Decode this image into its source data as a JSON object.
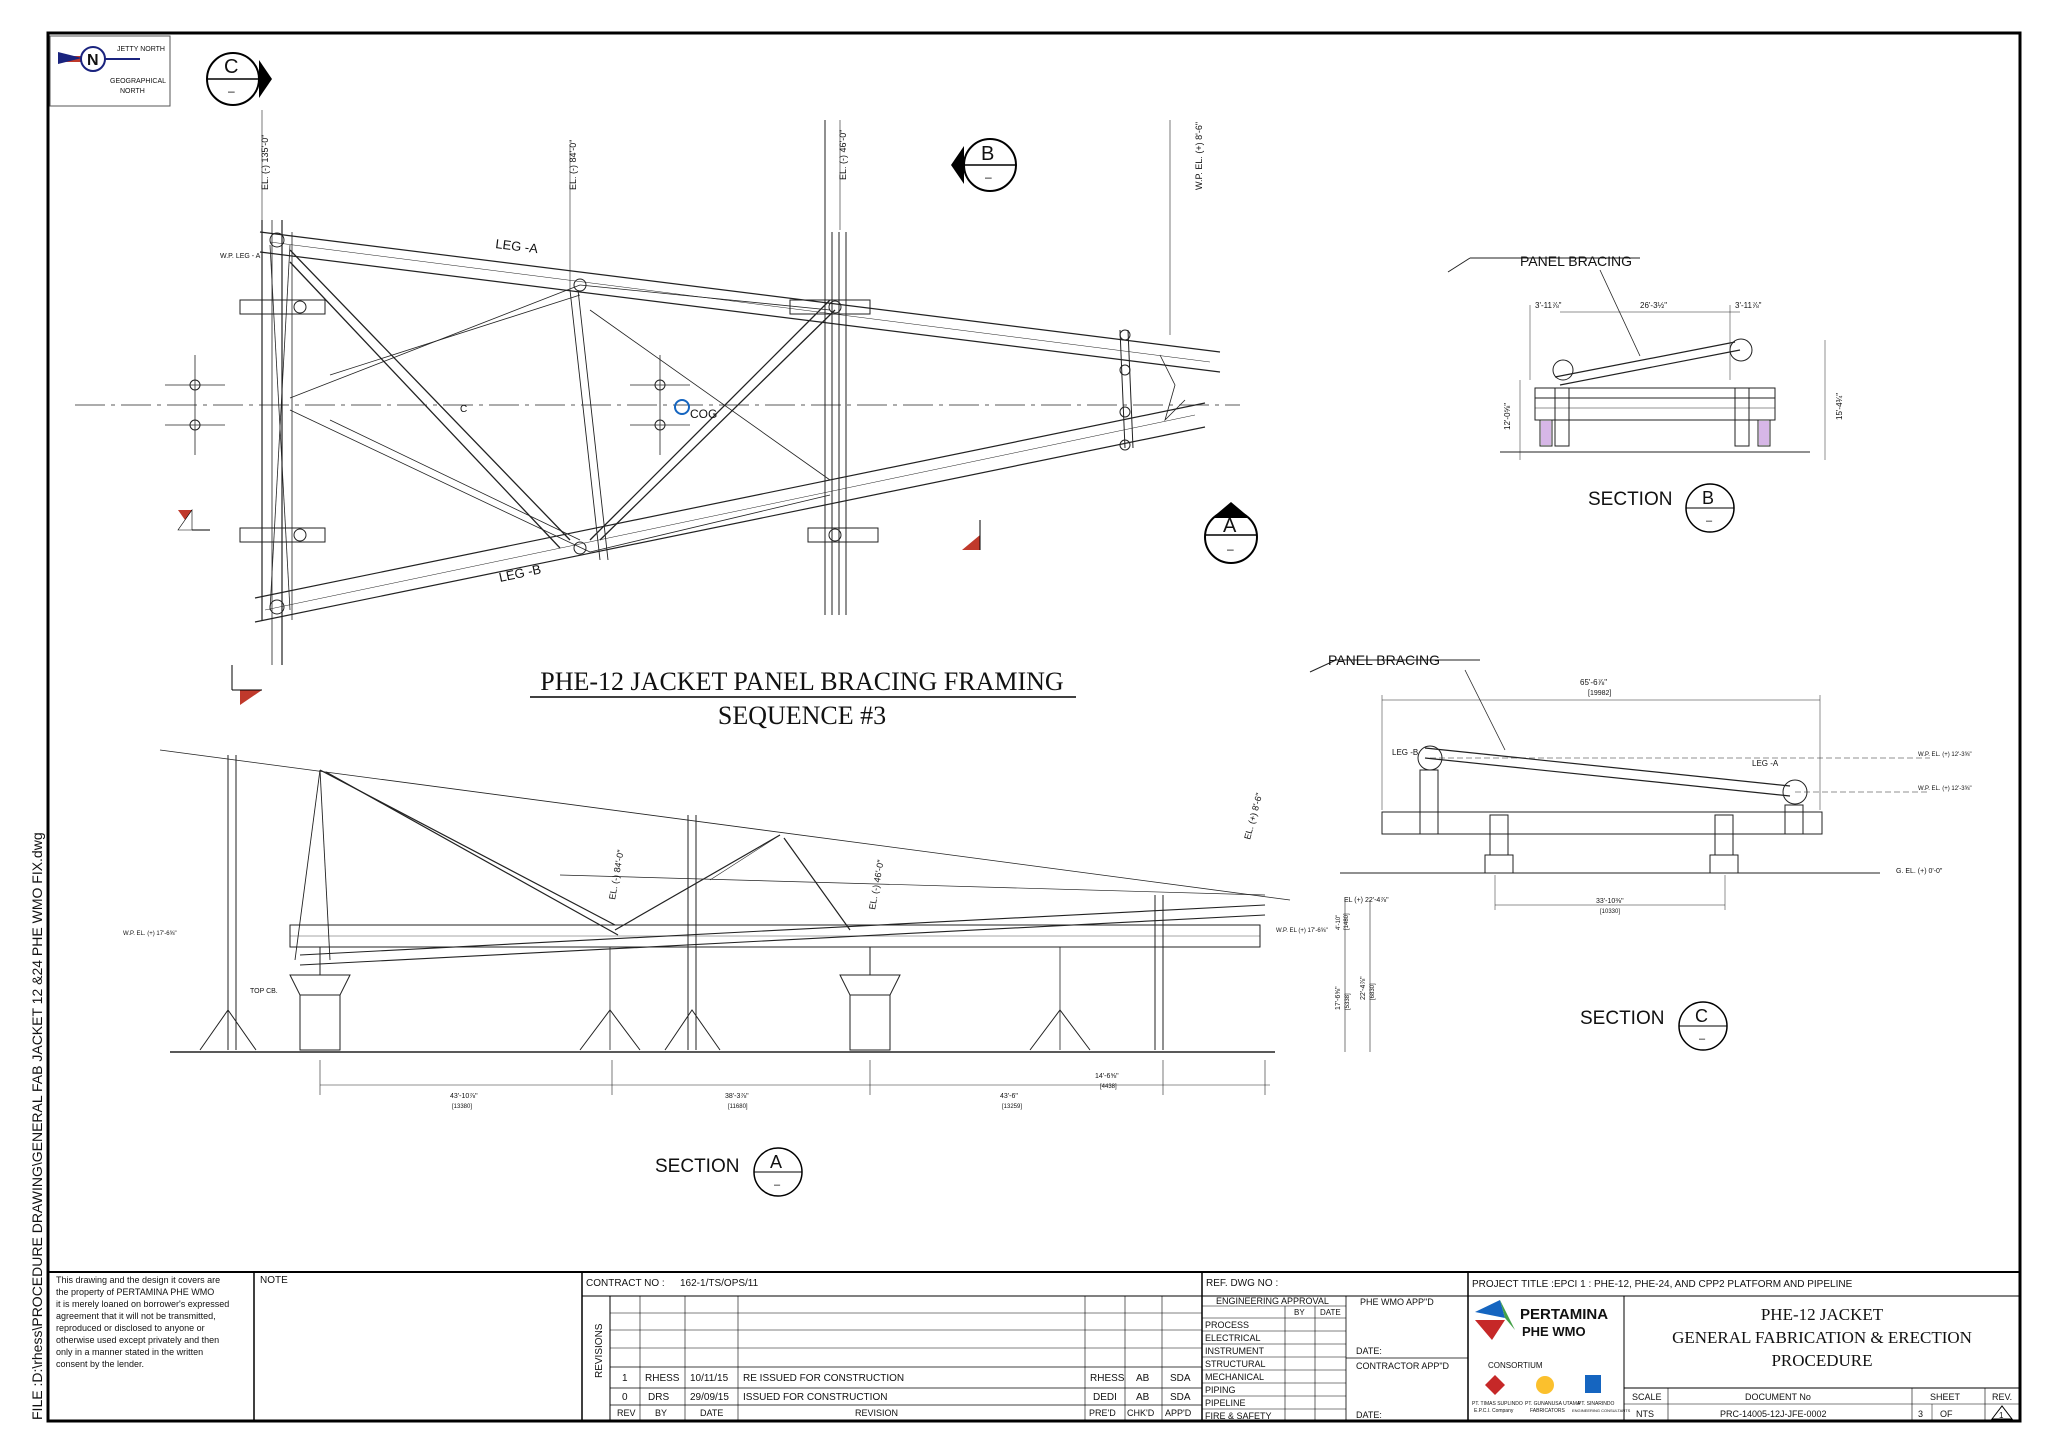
{
  "file_path": "FILE :D:\\rhess\\PROCEDURE DRAWING\\GENERAL FAB JACKET 12 &24 PHE WMO FIX.dwg",
  "north": {
    "jetty": "JETTY NORTH",
    "geo1": "GEOGRAPHICAL",
    "geo2": "NORTH",
    "letter": "N"
  },
  "markers": {
    "c_letter": "C",
    "b_letter": "B",
    "a_letter": "A",
    "dash": "–"
  },
  "plan": {
    "el_c": "EL. (-) 135'-0\"",
    "el_b": "EL. (-) 84'-0\"",
    "el_a": "EL. (-) 46'-0\"",
    "wp_el": "W.P. EL. (+) 8'-6\"",
    "wp_leg": "W.P. LEG - A",
    "leg_a": "LEG -A",
    "leg_b": "LEG -B",
    "cog": "COG",
    "cl": "C"
  },
  "main_title": {
    "line1": "PHE-12 JACKET PANEL  BRACING FRAMING",
    "line2": "SEQUENCE #3"
  },
  "section_b": {
    "label": "PANEL BRACING",
    "d1": "3'-11⅞\"",
    "d2": "26'-3½\"",
    "d3": "3'-11⅞\"",
    "h1": "12'-0⅝\"",
    "h2": "15'-4¾\"",
    "title": "SECTION",
    "letter": "B"
  },
  "section_c": {
    "label": "PANEL BRACING",
    "span": "65'-6⅞\"",
    "span_mm": "[19982]",
    "leg_b": "LEG -B",
    "leg_a": "LEG -A",
    "wp1": "W.P. EL. (+) 12'-3⅝\"",
    "wp2": "W.P. EL. (+) 12'-3⅝\"",
    "gel": "G. EL. (+) 0'-0\"",
    "base": "33'-10⅜\"",
    "base_mm": "[10330]",
    "title": "SECTION",
    "letter": "C"
  },
  "section_a": {
    "wp_left": "W.P. EL. (+) 17'-6⅝\"",
    "top_cb": "TOP CB.",
    "el_22": "EL (+) 22'-4⅞\"",
    "wp_right": "W.P. EL (+) 17'-6⅝\"",
    "h_small": "4'-10\"",
    "h_small_mm": "[1480]",
    "h1": "17'-6⅝\"",
    "h1_mm": "[5338]",
    "h2": "22'-4⅞\"",
    "h2_mm": "[6830]",
    "el_8": "EL. (+) 8'-6\"",
    "el_84": "EL. (-) 84'-0\"",
    "el_46": "EL. (-) 46'-0\"",
    "d1": "43'-10⅞\"",
    "d1_mm": "[13380]",
    "d2": "38'-3⅞\"",
    "d2_mm": "[11680]",
    "d3": "43'-6\"",
    "d3_mm": "[13259]",
    "d4": "14'-6⅝\"",
    "d4_mm": "[4438]",
    "title": "SECTION",
    "letter": "A"
  },
  "title_block": {
    "disclaimer": [
      "This drawing and the design it covers are",
      "the property of PERTAMINA PHE WMO",
      "it is merely loaned on borrower's expressed",
      "agreement that it will not be transmitted,",
      "reproduced or disclosed to anyone or",
      "otherwise used except privately and then",
      "only in a manner stated in the written",
      "consent by the lender."
    ],
    "note_label": "NOTE",
    "contract_label": "CONTRACT NO :",
    "contract_no": "162-1/TS/OPS/11",
    "revisions_label": "REVISIONS",
    "rev_rows": [
      {
        "rev": "1",
        "by": "RHESS",
        "date": "10/11/15",
        "desc": "RE ISSUED FOR CONSTRUCTION",
        "pre": "RHESS",
        "chk": "AB",
        "app": "SDA"
      },
      {
        "rev": "0",
        "by": "DRS",
        "date": "29/09/15",
        "desc": "ISSUED FOR CONSTRUCTION",
        "pre": "DEDI",
        "chk": "AB",
        "app": "SDA"
      }
    ],
    "rev_headers": {
      "rev": "REV",
      "by": "BY",
      "date": "DATE",
      "revision": "REVISION",
      "pre": "PRE'D",
      "chk": "CHK'D",
      "app": "APP'D"
    },
    "ref_label": "REF. DWG NO :",
    "eng_approval": "ENGINEERING  APPROVAL",
    "by": "BY",
    "date_h": "DATE",
    "disciplines": [
      "PROCESS",
      "ELECTRICAL",
      "INSTRUMENT",
      "STRUCTURAL",
      "MECHANICAL",
      "PIPING",
      "PIPELINE",
      "FIRE & SAFETY"
    ],
    "phe_app": "PHE WMO APP\"D",
    "date_label": "DATE:",
    "contractor_app": "CONTRACTOR APP\"D",
    "project_title_label": "PROJECT TITLE :",
    "project_title": "EPCI 1 : PHE-12, PHE-24, AND CPP2 PLATFORM AND PIPELINE",
    "company1": "PERTAMINA",
    "company2": "PHE WMO",
    "consortium": "CONSORTIUM",
    "c1": "PT. TIMAS SUPLINDO",
    "c1b": "E.P.C.I. Company",
    "c2": "PT. GUNANUSA UTAMA",
    "c2b": "FABRICATORS",
    "c3": "PT. SINARINDO",
    "c3b": "ENGINEERING CONSULTANTS",
    "drawing_title": [
      "PHE-12 JACKET",
      "GENERAL FABRICATION & ERECTION",
      "PROCEDURE"
    ],
    "scale_label": "SCALE",
    "scale": "NTS",
    "docno_label": "DOCUMENT No",
    "docno": "PRC-14005-12J-JFE-0002",
    "sheet_label": "SHEET",
    "sheet": "3",
    "of": "OF",
    "rev_label": "REV.",
    "rev_mark": "1"
  }
}
